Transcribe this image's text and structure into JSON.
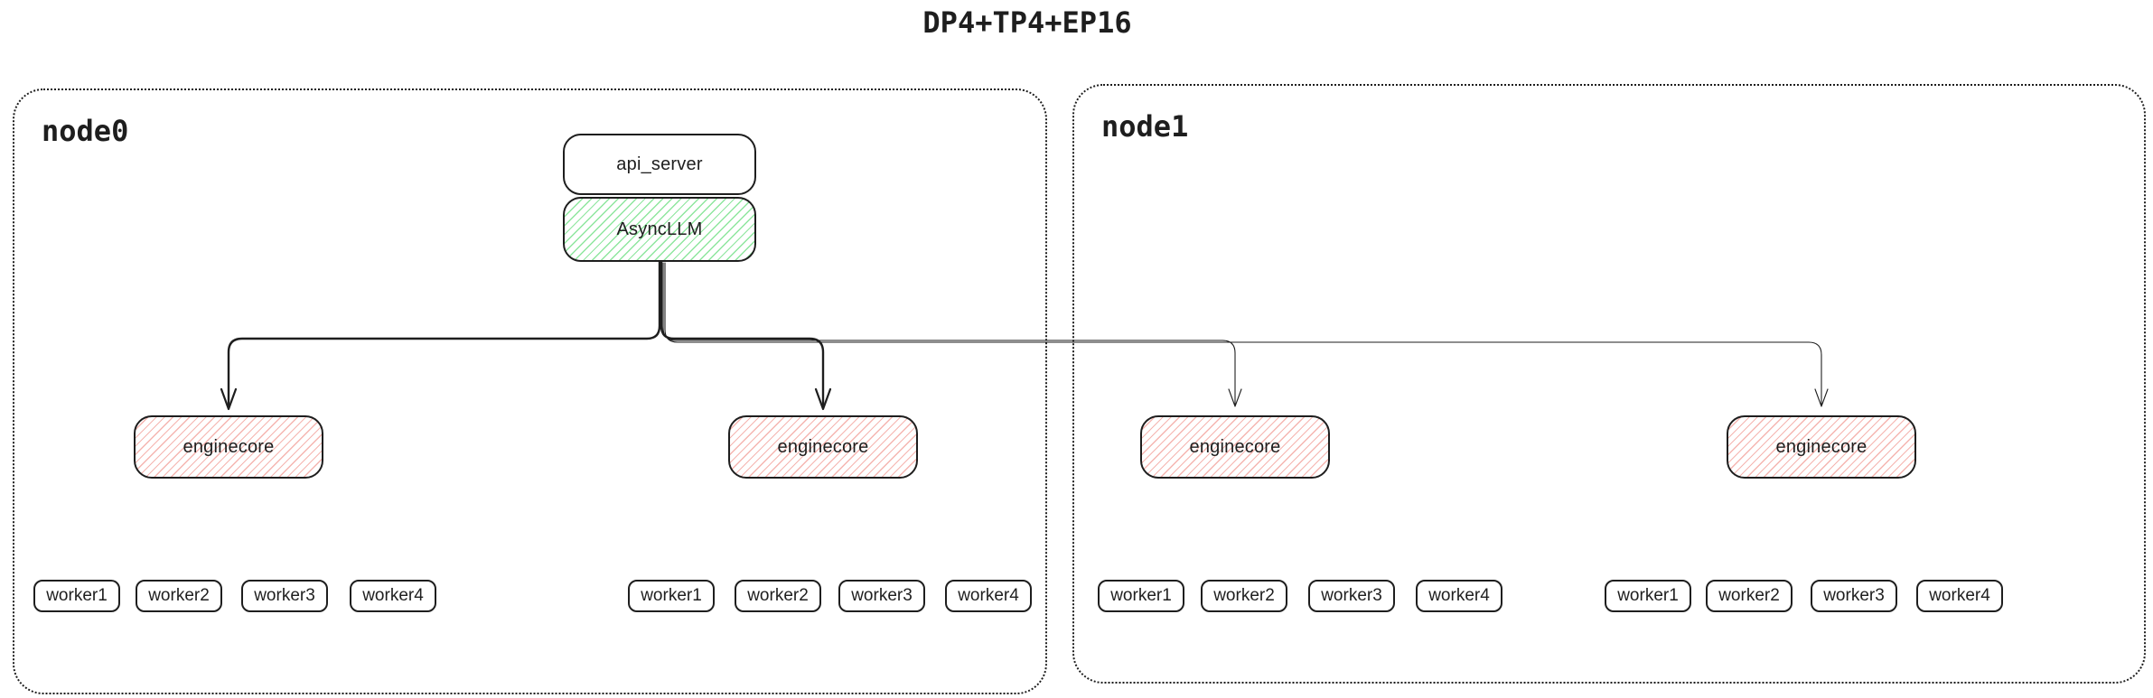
{
  "title": "DP4+TP4+EP16",
  "stack": {
    "api_server": "api_server",
    "async_llm": "AsyncLLM"
  },
  "nodes": [
    {
      "label": "node0",
      "enginecores": [
        {
          "label": "enginecore",
          "workers": [
            "worker1",
            "worker2",
            "worker3",
            "worker4"
          ]
        },
        {
          "label": "enginecore",
          "workers": [
            "worker1",
            "worker2",
            "worker3",
            "worker4"
          ]
        }
      ]
    },
    {
      "label": "node1",
      "enginecores": [
        {
          "label": "enginecore",
          "workers": [
            "worker1",
            "worker2",
            "worker3",
            "worker4"
          ]
        },
        {
          "label": "enginecore",
          "workers": [
            "worker1",
            "worker2",
            "worker3",
            "worker4"
          ]
        }
      ]
    }
  ],
  "colors": {
    "stroke": "#1e1e1e",
    "async_llm_hatch": "#8ee69e",
    "enginecore_hatch": "#f5b5b0"
  }
}
